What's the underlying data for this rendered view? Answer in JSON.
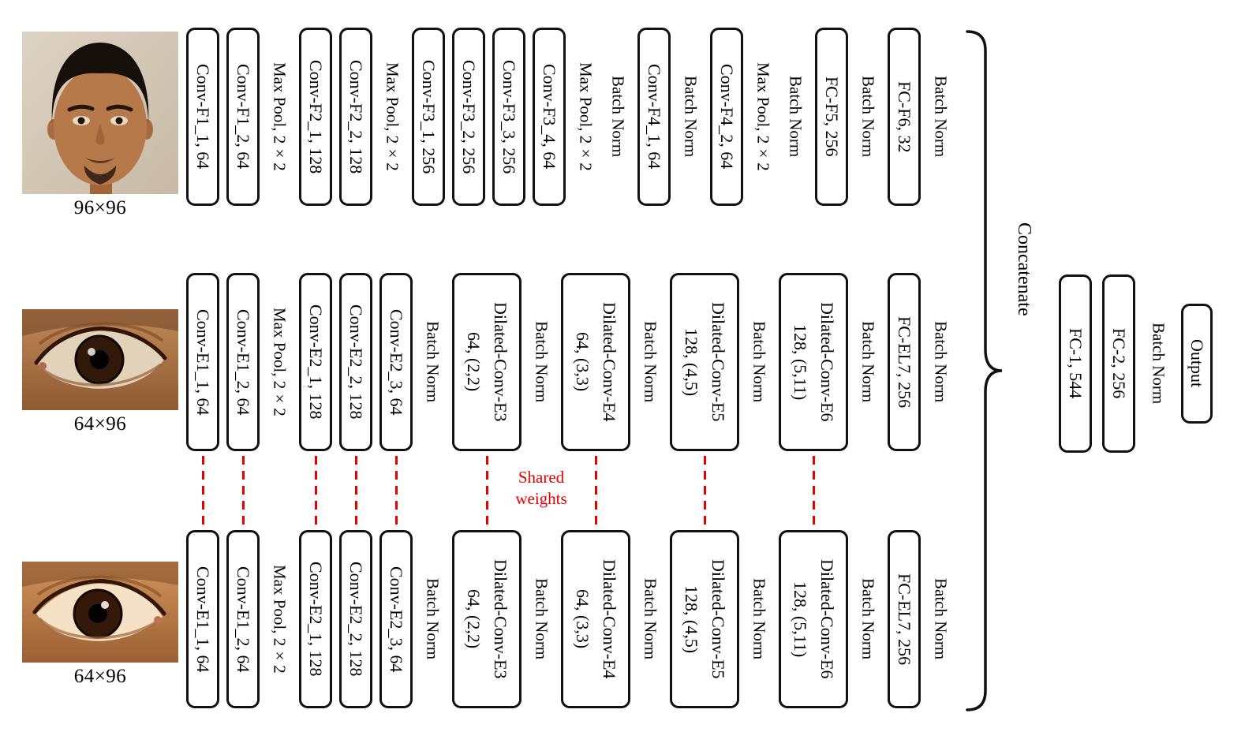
{
  "colors": {
    "box_border": "#111111",
    "shared_red": "#e60000"
  },
  "figure": {
    "inputs": [
      {
        "name": "face",
        "size_label": "96×96"
      },
      {
        "name": "eye-top",
        "size_label": "64×96"
      },
      {
        "name": "eye-bottom",
        "size_label": "64×96"
      }
    ],
    "face_branch": [
      {
        "type": "box",
        "label": "Conv-F1_1, 64"
      },
      {
        "type": "box",
        "label": "Conv-F1_2, 64"
      },
      {
        "type": "op",
        "label": "Max Pool, 2×2"
      },
      {
        "type": "box",
        "label": "Conv-F2_1, 128"
      },
      {
        "type": "box",
        "label": "Conv-F2_2, 128"
      },
      {
        "type": "op",
        "label": "Max Pool, 2×2"
      },
      {
        "type": "box",
        "label": "Conv-F3_1, 256"
      },
      {
        "type": "box",
        "label": "Conv-F3_2, 256"
      },
      {
        "type": "box",
        "label": "Conv-F3_3, 256"
      },
      {
        "type": "box",
        "label": "Conv-F3_4, 64"
      },
      {
        "type": "op",
        "label": "Max Pool, 2×2"
      },
      {
        "type": "op",
        "label": "Batch Norm"
      },
      {
        "type": "box",
        "label": "Conv-F4_1, 64"
      },
      {
        "type": "op",
        "label": "Batch Norm"
      },
      {
        "type": "box",
        "label": "Conv-F4_2, 64"
      },
      {
        "type": "op",
        "label": "Max Pool, 2×2"
      },
      {
        "type": "op",
        "label": "Batch Norm"
      },
      {
        "type": "box",
        "label": "FC-F5, 256"
      },
      {
        "type": "op",
        "label": "Batch Norm"
      },
      {
        "type": "box",
        "label": "FC-F6, 32"
      },
      {
        "type": "op",
        "label": "Batch Norm"
      }
    ],
    "eye_branch": [
      {
        "type": "box",
        "label": "Conv-E1_1, 64",
        "shared": true
      },
      {
        "type": "box",
        "label": "Conv-E1_2, 64",
        "shared": true
      },
      {
        "type": "op",
        "label": "Max Pool, 2×2"
      },
      {
        "type": "box",
        "label": "Conv-E2_1, 128",
        "shared": true
      },
      {
        "type": "box",
        "label": "Conv-E2_2, 128",
        "shared": true
      },
      {
        "type": "box",
        "label": "Conv-E2_3, 64",
        "shared": true
      },
      {
        "type": "op",
        "label": "Batch Norm"
      },
      {
        "type": "box",
        "label": "Dilated-Conv-E3\n64, (2,2)",
        "wide": true,
        "shared": true
      },
      {
        "type": "op",
        "label": "Batch Norm"
      },
      {
        "type": "box",
        "label": "Dilated-Conv-E4\n64, (3,3)",
        "wide": true,
        "shared": true
      },
      {
        "type": "op",
        "label": "Batch Norm"
      },
      {
        "type": "box",
        "label": "Dilated-Conv-E5\n128, (4,5)",
        "wide": true,
        "shared": true
      },
      {
        "type": "op",
        "label": "Batch Norm"
      },
      {
        "type": "box",
        "label": "Dilated-Conv-E6\n128, (5,11)",
        "wide": true,
        "shared": true
      },
      {
        "type": "op",
        "label": "Batch Norm"
      },
      {
        "type": "box",
        "label": "FC-EL7, 256"
      },
      {
        "type": "op",
        "label": "Batch Norm"
      }
    ],
    "shared_weights_label": "Shared weights",
    "concatenate_label": "Concatenate",
    "output_head": [
      {
        "type": "box",
        "label": "FC-1, 544"
      },
      {
        "type": "box",
        "label": "FC-2, 256"
      },
      {
        "type": "op",
        "label": "Batch Norm"
      },
      {
        "type": "box",
        "label": "Output",
        "small": true
      }
    ]
  }
}
